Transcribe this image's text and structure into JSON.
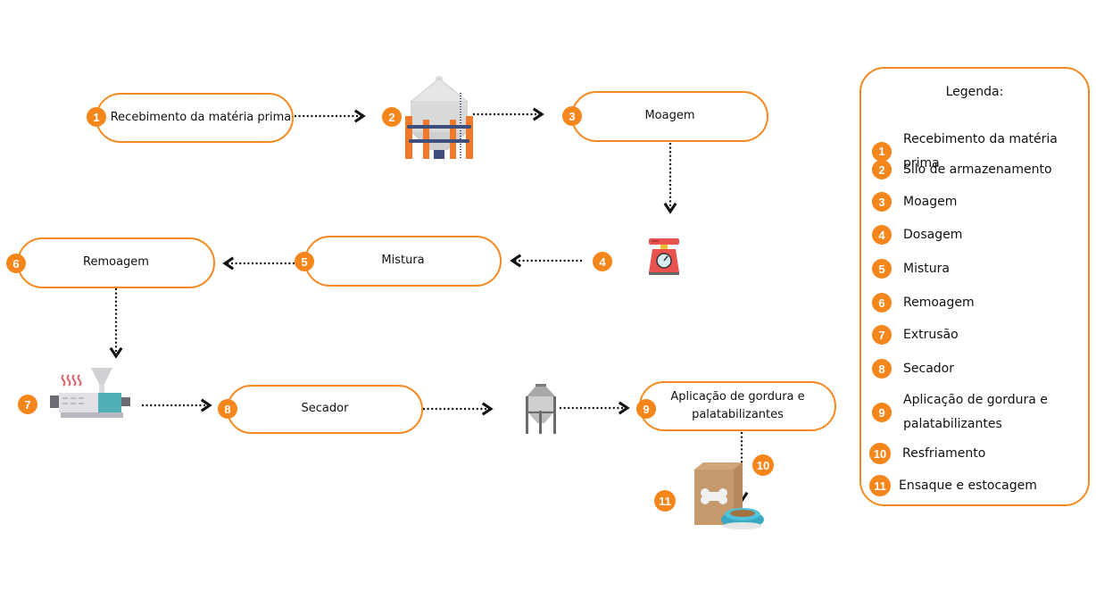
{
  "diagram": {
    "steps": [
      {
        "num": "1",
        "label": "Recebimento da matéria prima",
        "icon": "none"
      },
      {
        "num": "2",
        "label": "",
        "icon": "storage-silo-icon"
      },
      {
        "num": "3",
        "label": "Moagem",
        "icon": "none"
      },
      {
        "num": "4",
        "label": "",
        "icon": "weighing-scale-icon"
      },
      {
        "num": "5",
        "label": "Mistura",
        "icon": "none"
      },
      {
        "num": "6",
        "label": "Remoagem",
        "icon": "none"
      },
      {
        "num": "7",
        "label": "",
        "icon": "extruder-machine-icon"
      },
      {
        "num": "8",
        "label": "Secador",
        "icon": "none"
      },
      {
        "num": "9",
        "label_line1": "Aplicação de gordura e",
        "label_line2": "palatabilizantes",
        "icon": "small-silo-icon"
      },
      {
        "num": "10",
        "label": "",
        "icon": "none"
      },
      {
        "num": "11",
        "label": "",
        "icon": "pet-food-bag-bowl-icon"
      }
    ],
    "colors": {
      "accent": "#f5861c",
      "border": "#f5891f",
      "arrow": "#111111"
    }
  },
  "legend": {
    "title": "Legenda:",
    "items": [
      {
        "num": "1",
        "label": "Recebimento da matéria prima"
      },
      {
        "num": "2",
        "label": "Silo de armazenamento"
      },
      {
        "num": "3",
        "label": "Moagem"
      },
      {
        "num": "4",
        "label": "Dosagem"
      },
      {
        "num": "5",
        "label": "Mistura"
      },
      {
        "num": "6",
        "label": "Remoagem"
      },
      {
        "num": "7",
        "label": "Extrusão"
      },
      {
        "num": "8",
        "label": "Secador"
      },
      {
        "num": "9",
        "label_line1": "Aplicação de gordura e",
        "label_line2": "palatabilizantes"
      },
      {
        "num": "10",
        "label": "Resfriamento"
      },
      {
        "num": "11",
        "label": "Ensaque e estocagem"
      }
    ]
  }
}
